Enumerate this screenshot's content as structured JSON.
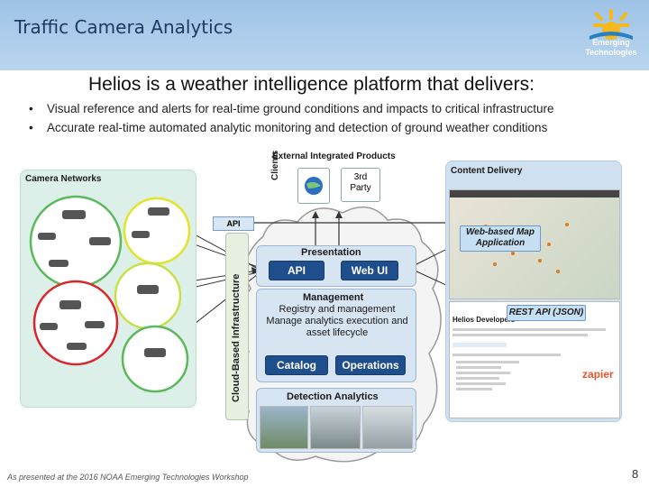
{
  "header": {
    "title": "Traffic Camera Analytics",
    "logo_line1": "Emerging",
    "logo_line2": "Technologies"
  },
  "headline": "Helios is a weather intelligence platform that delivers:",
  "bullets": [
    "Visual reference and alerts for real-time ground conditions and impacts to critical infrastructure",
    "Accurate real-time automated analytic monitoring and detection of ground weather conditions"
  ],
  "diagram": {
    "camera_networks": "Camera Networks",
    "external": {
      "title": "External Integrated Products",
      "clients": "Clients",
      "third_party_sup": "3rd",
      "third_party": "Party"
    },
    "api_tag": "API",
    "cloud_label": "Cloud-Based Infrastructure",
    "presentation": {
      "title": "Presentation",
      "api": "API",
      "web_ui": "Web UI"
    },
    "management": {
      "title": "Management",
      "line1": "Registry and management",
      "line2": "Manage analytics execution and",
      "line3": "asset lifecycle",
      "catalog": "Catalog",
      "operations": "Operations"
    },
    "detection": {
      "title": "Detection Analytics"
    },
    "content_delivery": {
      "title": "Content Delivery",
      "web_map_line1": "Web-based Map",
      "web_map_line2": "Application",
      "rest_api": "REST API (JSON)",
      "developers": "Helios Developers",
      "zapier": "zapier"
    }
  },
  "colors": {
    "header_bg": "#9ec3e6",
    "title_color": "#1f3864",
    "button_blue": "#1f4e8c",
    "camera_panel": "#dcefe8",
    "content_panel": "#cfe0f1"
  },
  "footer": {
    "note": "As presented at the 2016 NOAA Emerging Technologies Workshop",
    "page": "8"
  }
}
